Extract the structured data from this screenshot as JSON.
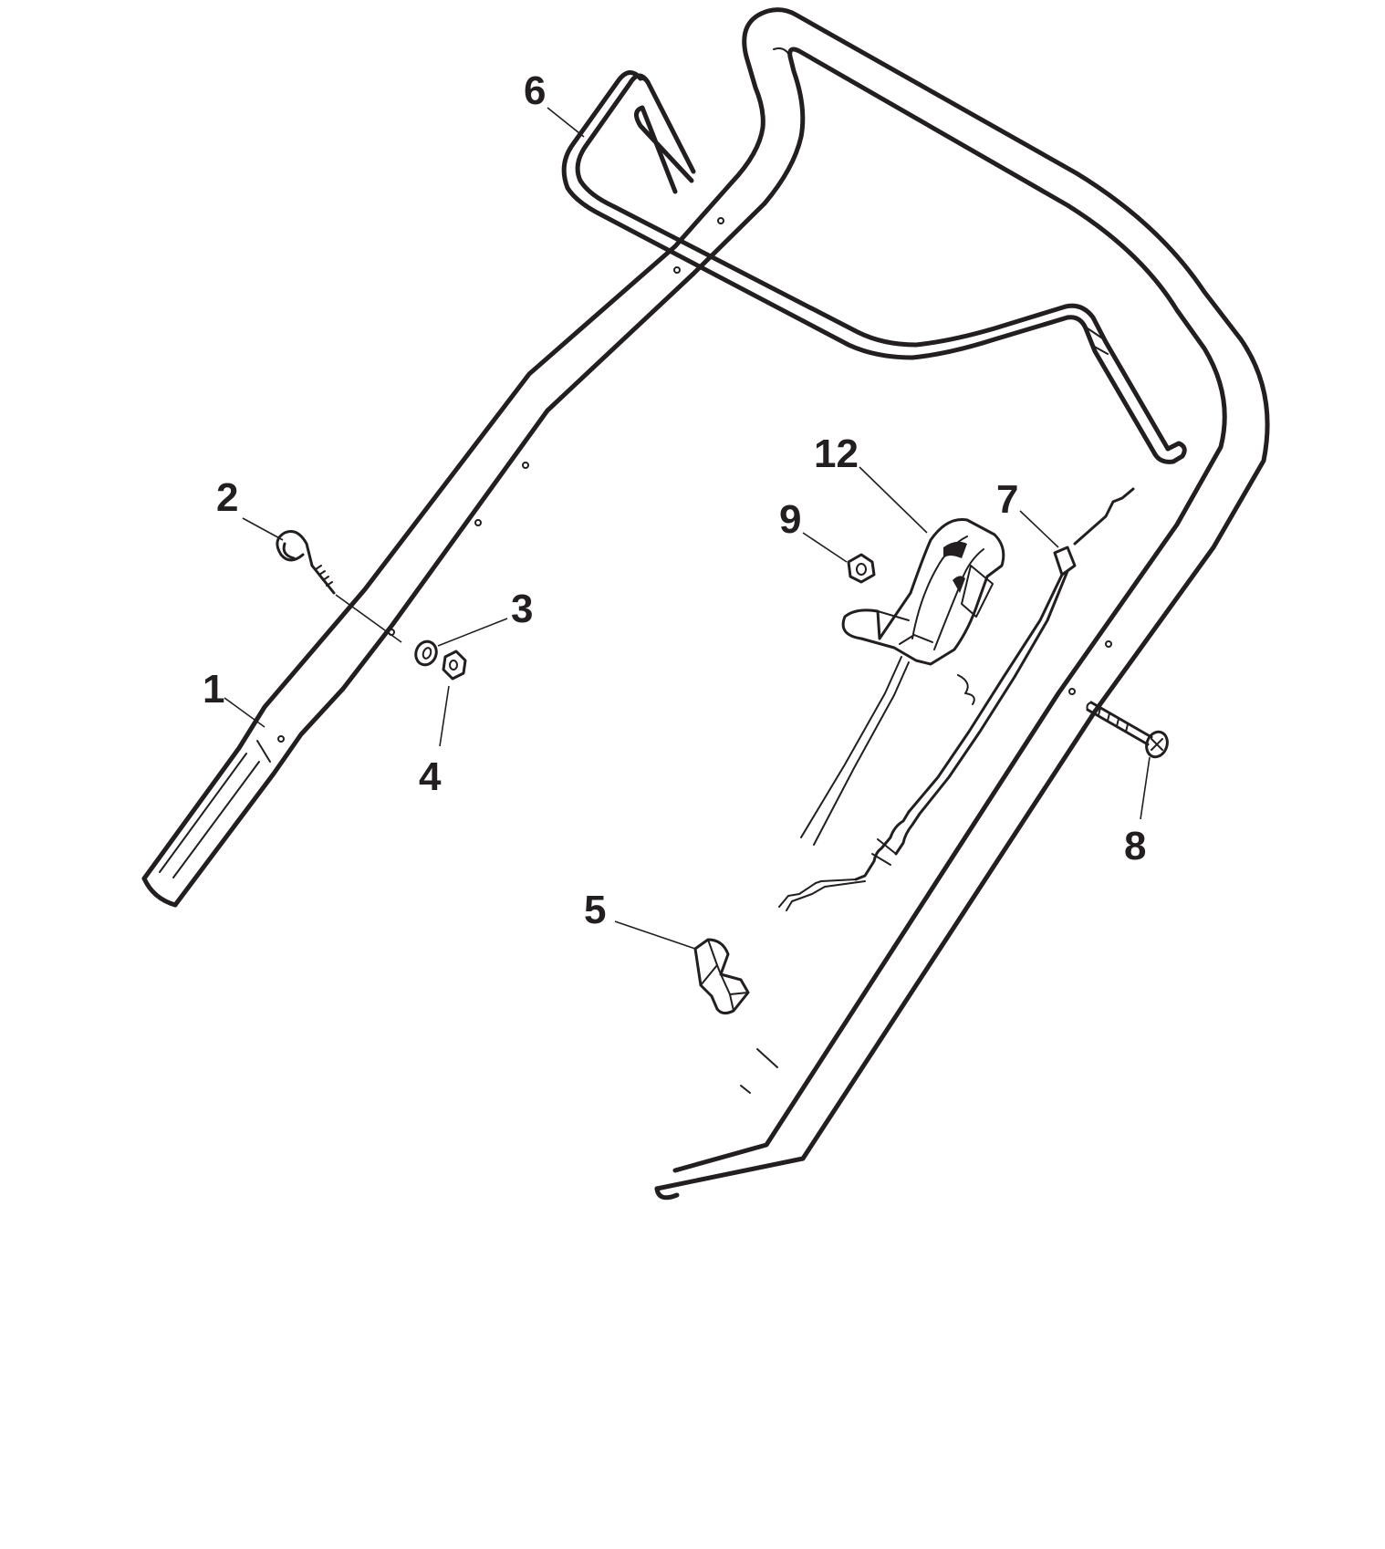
{
  "colors": {
    "line": "#231f20",
    "background": "#ffffff"
  },
  "callouts": {
    "c1": "1",
    "c2": "2",
    "c3": "3",
    "c4": "4",
    "c5": "5",
    "c6": "6",
    "c7": "7",
    "c8": "8",
    "c9": "9",
    "c12": "12"
  }
}
